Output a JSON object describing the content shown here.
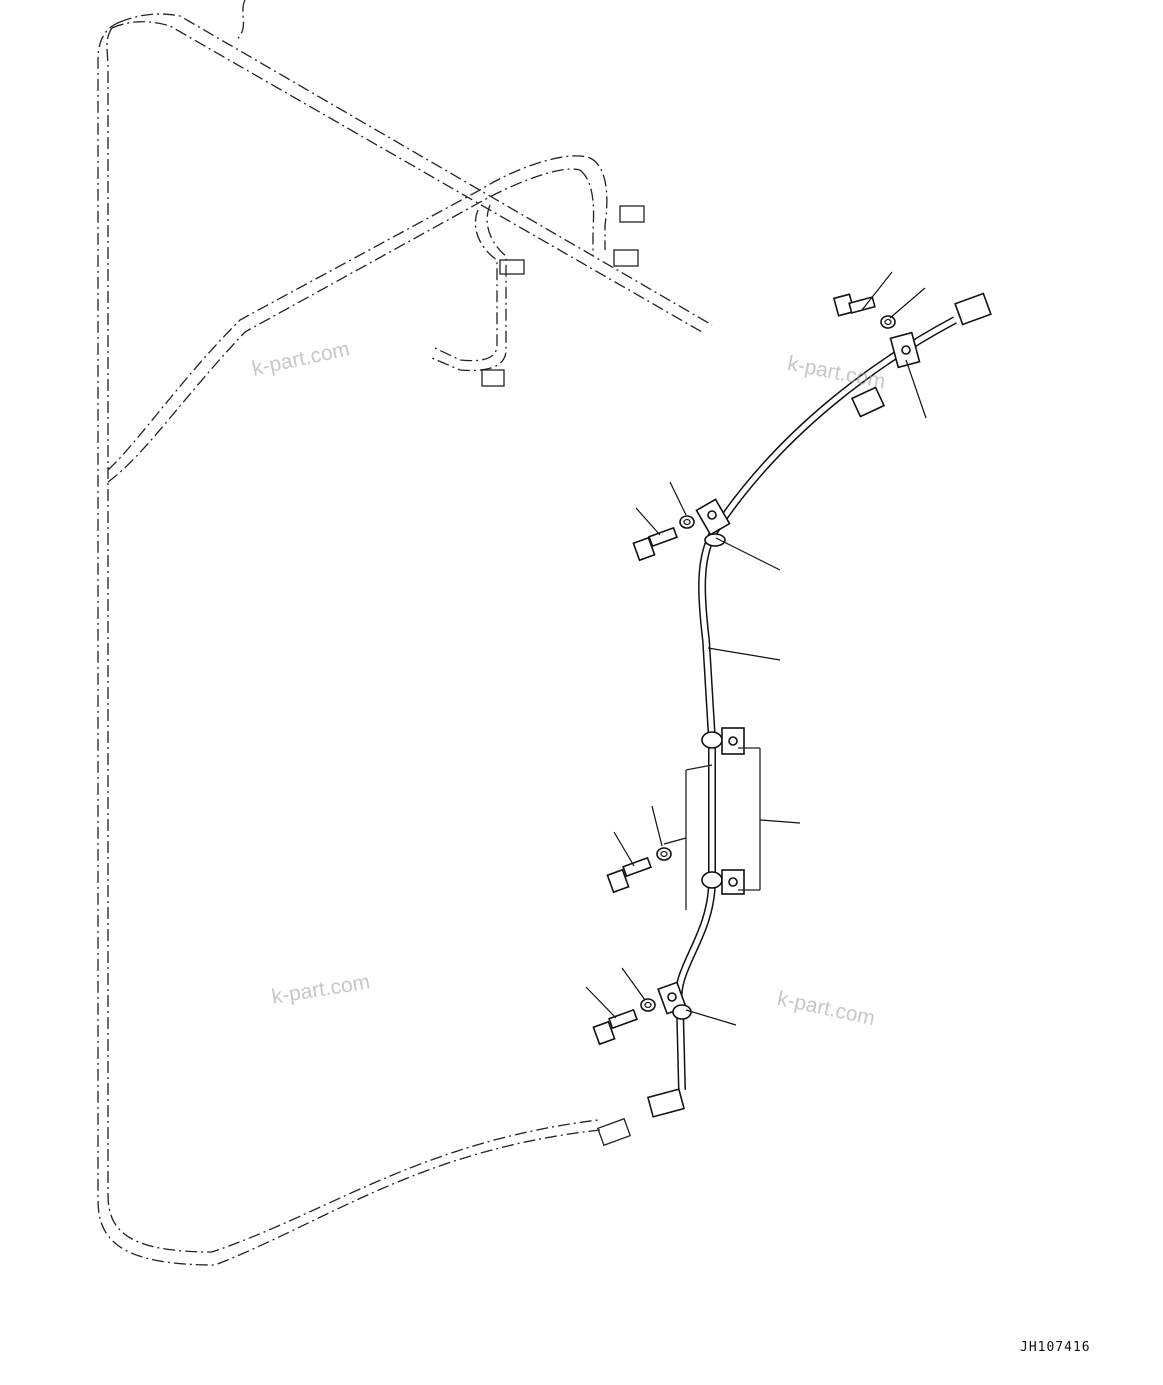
{
  "watermarks": [
    "k-part.com",
    "k-part.com",
    "k-part.com",
    "k-part.com"
  ],
  "drawing_id": "JH107416"
}
